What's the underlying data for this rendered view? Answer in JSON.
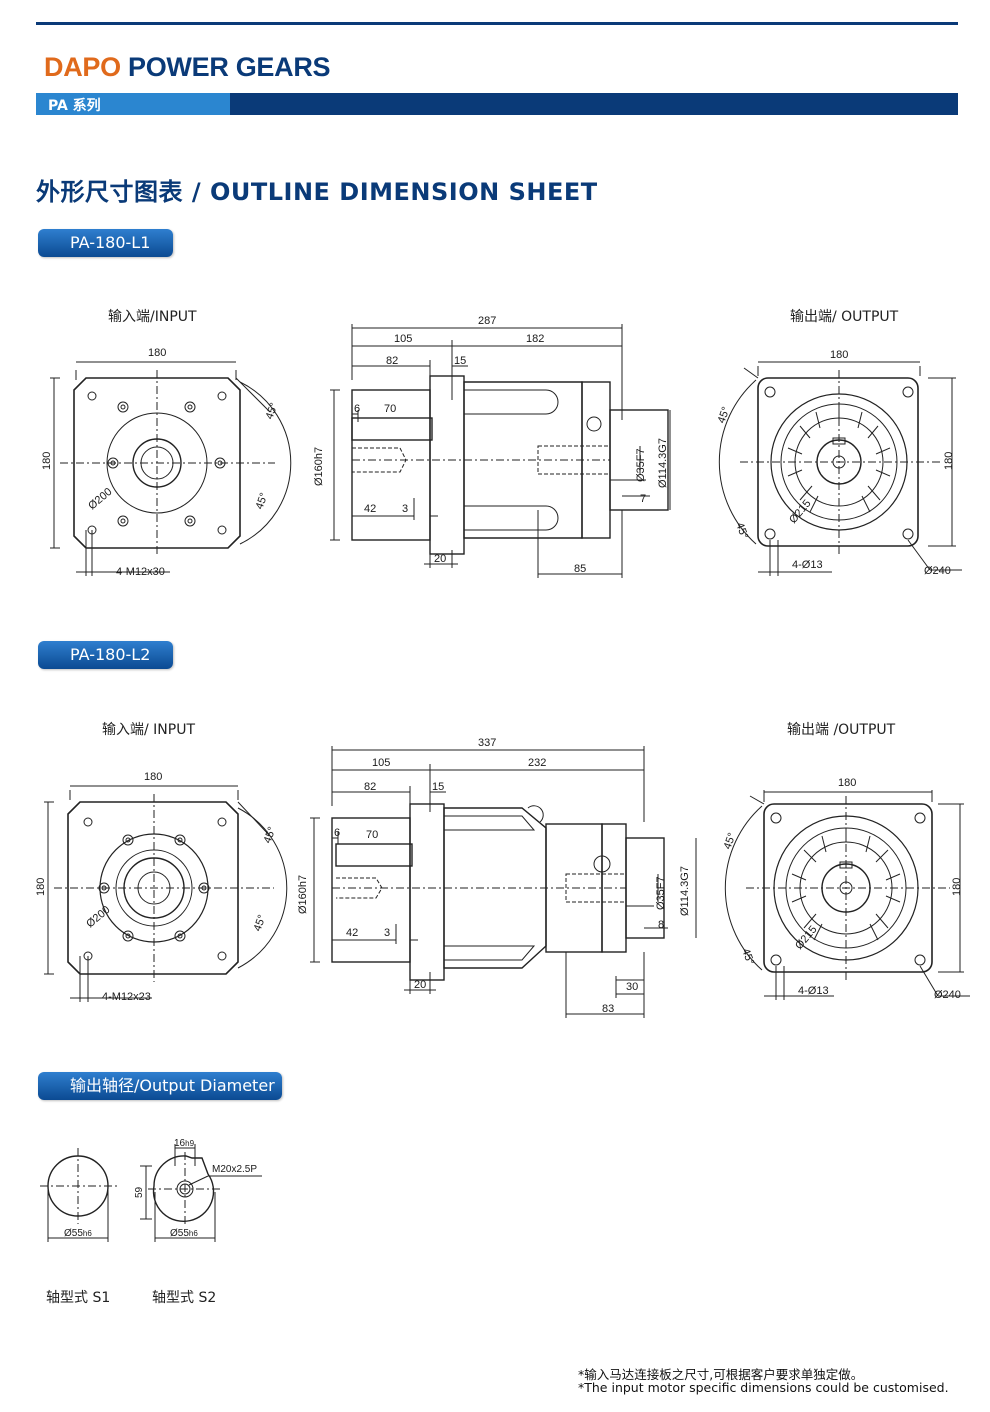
{
  "header": {
    "brand_part1": "DAPO",
    "brand_part2": "POWER GEARS",
    "series_label": "PA 系列",
    "colors": {
      "primary": "#0a3a78",
      "accent": "#e06a1c",
      "tab": "#2b86d0"
    }
  },
  "sheet_title": "外形尺寸图表 / OUTLINE DIMENSION SHEET",
  "models": [
    {
      "name": "PA-180-L1",
      "input_label": "输入端/INPUT",
      "output_label": "输出端/ OUTPUT",
      "input": {
        "width": "180",
        "height": "180",
        "angle_top": "45°",
        "angle_bottom": "45°",
        "bolt_circle": "Ø200",
        "holes": "4-M12x30"
      },
      "side": {
        "total": "287",
        "input_len": "105",
        "output_len": "182",
        "d82": "82",
        "d15": "15",
        "d6": "6",
        "d70": "70",
        "d42": "42",
        "d3": "3",
        "d20": "20",
        "d85": "85",
        "d7": "7",
        "pilot": "Ø160h7",
        "shaft": "Ø35F7",
        "bore": "Ø114.3G7"
      },
      "output": {
        "width": "180",
        "height": "180",
        "angle_top": "45°",
        "angle_bottom": "45°",
        "bolt_circle": "Ø215",
        "holes": "4-Ø13",
        "outer": "Ø240"
      }
    },
    {
      "name": "PA-180-L2",
      "input_label": "输入端/ INPUT",
      "output_label": "输出端 /OUTPUT",
      "input": {
        "width": "180",
        "height": "180",
        "angle_top": "45°",
        "angle_bottom": "45°",
        "bolt_circle": "Ø200",
        "holes": "4-M12x23"
      },
      "side": {
        "total": "337",
        "input_len": "105",
        "output_len": "232",
        "d82": "82",
        "d15": "15",
        "d6": "6",
        "d70": "70",
        "d42": "42",
        "d3": "3",
        "d20": "20",
        "d83": "83",
        "d30": "30",
        "d8": "8",
        "pilot": "Ø160h7",
        "shaft": "Ø35F7",
        "bore": "Ø114.3G7"
      },
      "output": {
        "width": "180",
        "height": "180",
        "angle_top": "45°",
        "angle_bottom": "45°",
        "bolt_circle": "Ø215",
        "holes": "4-Ø13",
        "outer": "Ø240"
      }
    }
  ],
  "output_diameter": {
    "title": "输出轴径/Output Diameter",
    "s1": {
      "dia": "Ø55",
      "tol": "h6",
      "label": "轴型式 S1"
    },
    "s2": {
      "key": "16",
      "key_tol": "h9",
      "thread": "M20x2.5P",
      "height": "59",
      "dia": "Ø55",
      "tol": "h6",
      "label": "轴型式 S2"
    }
  },
  "notes": {
    "cn": "*输入马达连接板之尺寸,可根据客户要求单独定做。",
    "en": "*The input motor specific dimensions could be customised."
  }
}
